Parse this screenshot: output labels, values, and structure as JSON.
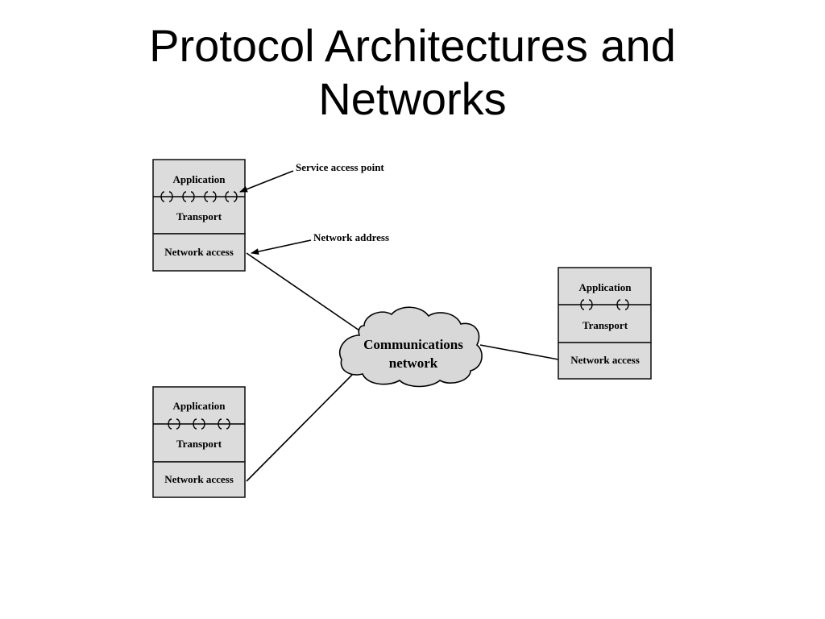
{
  "title": {
    "line1": "Protocol Architectures and",
    "line2": "Networks"
  },
  "diagram": {
    "host_stacks": [
      {
        "application": "Application",
        "transport": "Transport",
        "network_access": "Network access",
        "sap_count": 4
      },
      {
        "application": "Application",
        "transport": "Transport",
        "network_access": "Network access",
        "sap_count": 3
      },
      {
        "application": "Application",
        "transport": "Transport",
        "network_access": "Network access",
        "sap_count": 2
      }
    ],
    "cloud": {
      "line1": "Communications",
      "line2": "network"
    },
    "callouts": {
      "service_access_point": "Service access point",
      "network_address": "Network address"
    }
  },
  "colors": {
    "box_fill": "#dcdcdc",
    "box_stroke": "#1a1a1a",
    "cloud_fill": "#d8d8d8",
    "line": "#000000"
  }
}
